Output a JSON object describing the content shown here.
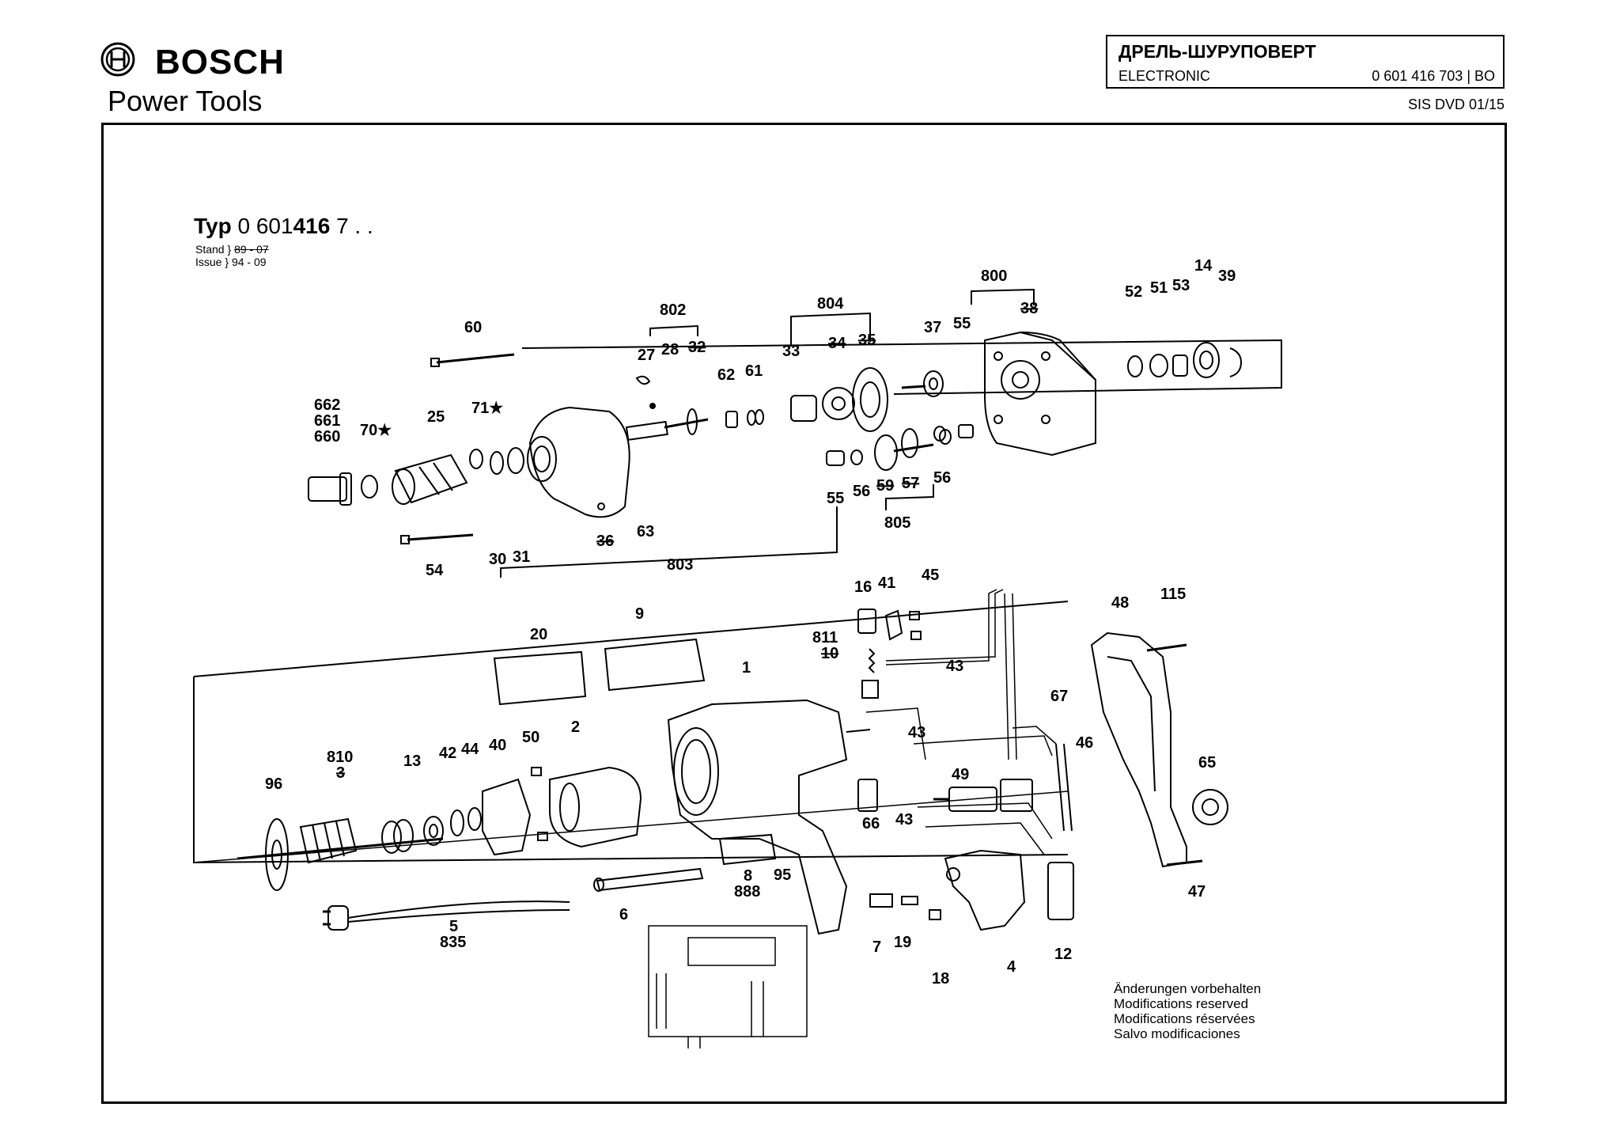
{
  "brand": {
    "name": "BOSCH",
    "subtitle": "Power Tools"
  },
  "title_box": {
    "title": "ДРЕЛЬ-ШУРУПОВЕРТ",
    "subtitle": "ELECTRONIC",
    "part_number": "0 601 416 703 | BO"
  },
  "sis": "SIS DVD 01/15",
  "typ": {
    "prefix": "Typ",
    "number_a": "0 601",
    "number_b": "416",
    "number_c": "7 . .",
    "stand_label": "Stand",
    "issue_label": "Issue",
    "stand_value": "89 - 07",
    "issue_value": "94 - 09"
  },
  "notes": [
    "Änderungen vorbehalten",
    "Modifications reserved",
    "Modifications réservées",
    "Salvo modificaciones"
  ],
  "labels": [
    {
      "id": "l60",
      "text": "60"
    },
    {
      "id": "l662",
      "text": "662"
    },
    {
      "id": "l661",
      "text": "661"
    },
    {
      "id": "l660",
      "text": "660"
    },
    {
      "id": "l70",
      "text": "70★"
    },
    {
      "id": "l25",
      "text": "25"
    },
    {
      "id": "l71",
      "text": "71★"
    },
    {
      "id": "l802",
      "text": "802"
    },
    {
      "id": "l27",
      "text": "27"
    },
    {
      "id": "l28",
      "text": "28"
    },
    {
      "id": "l32",
      "text": "32"
    },
    {
      "id": "l62",
      "text": "62"
    },
    {
      "id": "l61",
      "text": "61"
    },
    {
      "id": "l804",
      "text": "804"
    },
    {
      "id": "l33",
      "text": "33"
    },
    {
      "id": "l34",
      "text": "34"
    },
    {
      "id": "l35",
      "text": "35"
    },
    {
      "id": "l37",
      "text": "37"
    },
    {
      "id": "l800",
      "text": "800"
    },
    {
      "id": "l55a",
      "text": "55"
    },
    {
      "id": "l38",
      "text": "38"
    },
    {
      "id": "l52",
      "text": "52"
    },
    {
      "id": "l51",
      "text": "51"
    },
    {
      "id": "l53",
      "text": "53"
    },
    {
      "id": "l14",
      "text": "14"
    },
    {
      "id": "l39",
      "text": "39"
    },
    {
      "id": "l55b",
      "text": "55"
    },
    {
      "id": "l56a",
      "text": "56"
    },
    {
      "id": "l59",
      "text": "59"
    },
    {
      "id": "l57",
      "text": "57"
    },
    {
      "id": "l56b",
      "text": "56"
    },
    {
      "id": "l805",
      "text": "805"
    },
    {
      "id": "l36",
      "text": "36"
    },
    {
      "id": "l63",
      "text": "63"
    },
    {
      "id": "l54",
      "text": "54"
    },
    {
      "id": "l30",
      "text": "30"
    },
    {
      "id": "l31",
      "text": "31"
    },
    {
      "id": "l803",
      "text": "803"
    },
    {
      "id": "l16",
      "text": "16"
    },
    {
      "id": "l41",
      "text": "41"
    },
    {
      "id": "l45",
      "text": "45"
    },
    {
      "id": "l48",
      "text": "48"
    },
    {
      "id": "l115",
      "text": "115"
    },
    {
      "id": "l20",
      "text": "20"
    },
    {
      "id": "l9",
      "text": "9"
    },
    {
      "id": "l811",
      "text": "811"
    },
    {
      "id": "l10",
      "text": "10"
    },
    {
      "id": "l1",
      "text": "1"
    },
    {
      "id": "l43a",
      "text": "43"
    },
    {
      "id": "l67",
      "text": "67"
    },
    {
      "id": "l43b",
      "text": "43"
    },
    {
      "id": "l46",
      "text": "46"
    },
    {
      "id": "l65",
      "text": "65"
    },
    {
      "id": "l810",
      "text": "810"
    },
    {
      "id": "l3",
      "text": "3"
    },
    {
      "id": "l96",
      "text": "96"
    },
    {
      "id": "l13",
      "text": "13"
    },
    {
      "id": "l42",
      "text": "42"
    },
    {
      "id": "l44",
      "text": "44"
    },
    {
      "id": "l40",
      "text": "40"
    },
    {
      "id": "l50",
      "text": "50"
    },
    {
      "id": "l2",
      "text": "2"
    },
    {
      "id": "l49",
      "text": "49"
    },
    {
      "id": "l66",
      "text": "66"
    },
    {
      "id": "l43c",
      "text": "43"
    },
    {
      "id": "l8",
      "text": "8"
    },
    {
      "id": "l888",
      "text": "888"
    },
    {
      "id": "l95",
      "text": "95"
    },
    {
      "id": "l6",
      "text": "6"
    },
    {
      "id": "l5",
      "text": "5"
    },
    {
      "id": "l835",
      "text": "835"
    },
    {
      "id": "l7",
      "text": "7"
    },
    {
      "id": "l19",
      "text": "19"
    },
    {
      "id": "l18",
      "text": "18"
    },
    {
      "id": "l4",
      "text": "4"
    },
    {
      "id": "l12",
      "text": "12"
    },
    {
      "id": "l47",
      "text": "47"
    }
  ]
}
